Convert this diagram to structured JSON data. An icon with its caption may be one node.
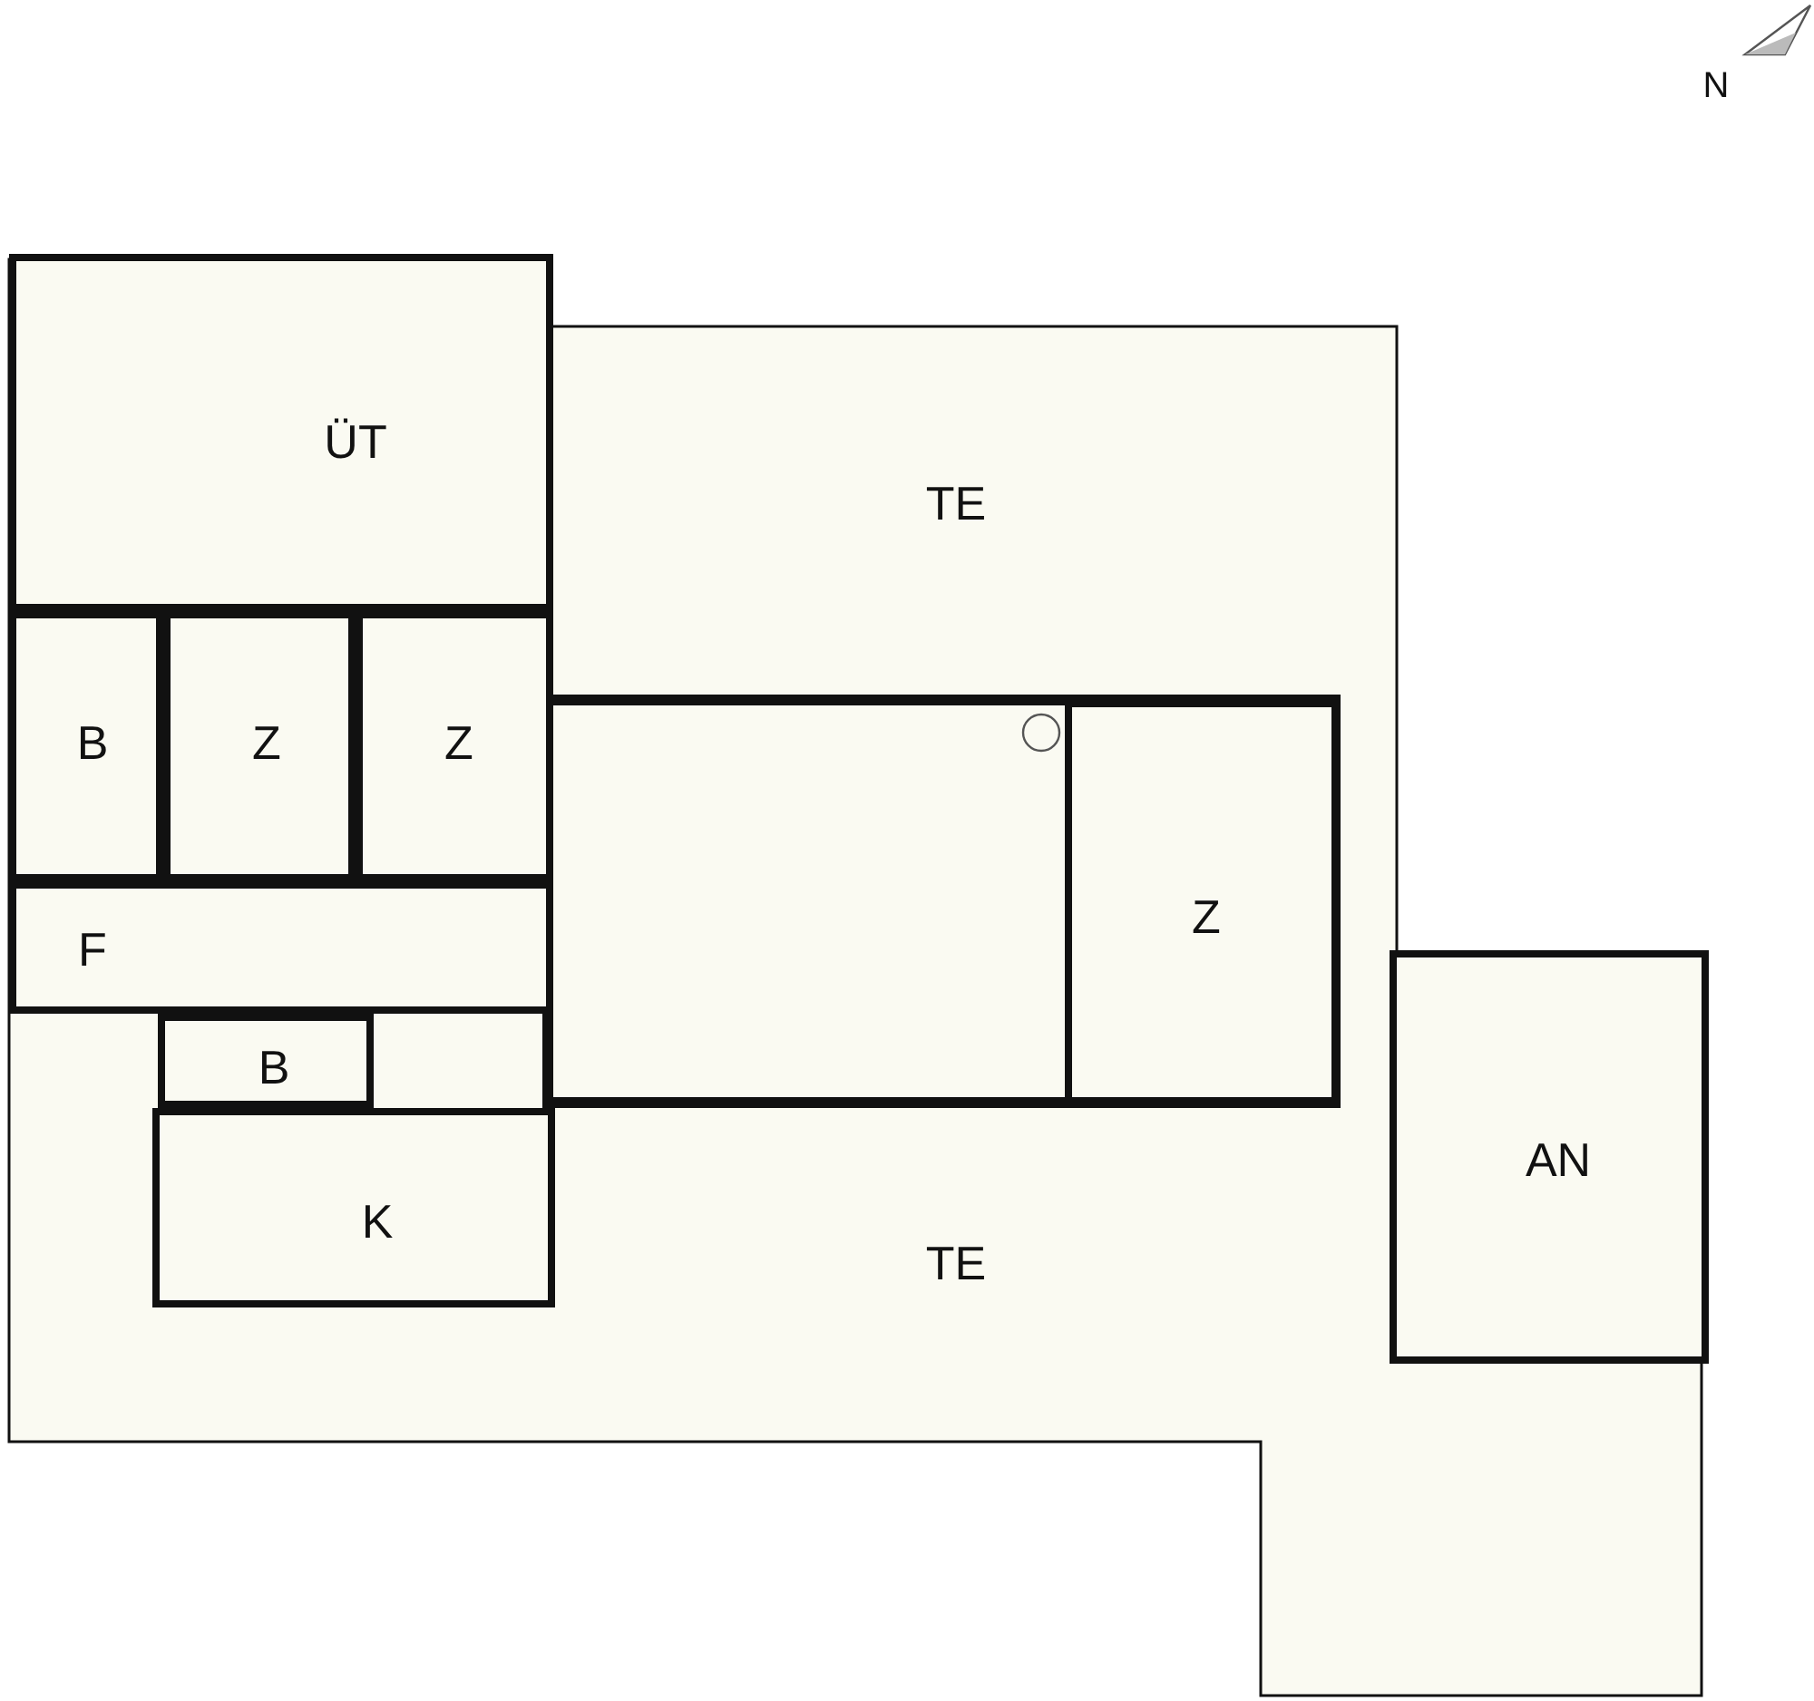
{
  "diagram": {
    "nodes": [
      {
        "text": [
          "ÜT"
        ]
      },
      {
        "text": [
          "TE"
        ]
      },
      {
        "text": [
          "B"
        ]
      },
      {
        "text": [
          "Z"
        ]
      },
      {
        "text": [
          "Z"
        ]
      },
      {
        "text": [
          "Z"
        ]
      },
      {
        "text": [
          "F"
        ]
      },
      {
        "text": [
          "B"
        ]
      },
      {
        "text": [
          "K"
        ]
      },
      {
        "text": [
          "TE"
        ]
      },
      {
        "text": [
          "AN"
        ]
      }
    ],
    "labels": [
      "N"
    ]
  }
}
